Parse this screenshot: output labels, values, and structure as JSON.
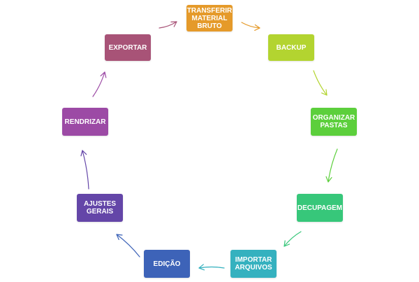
{
  "diagram": {
    "type": "cycle",
    "steps": [
      {
        "id": "transferir",
        "label": "TRANSFERIR\nMATERIAL\nBRUTO",
        "color": "#e59a2a"
      },
      {
        "id": "backup",
        "label": "BACKUP",
        "color": "#b3d430"
      },
      {
        "id": "organizar",
        "label": "ORGANIZAR\nPASTAS",
        "color": "#5ccf3c"
      },
      {
        "id": "decupagem",
        "label": "DECUPAGEM",
        "color": "#37c77a"
      },
      {
        "id": "importar",
        "label": "IMPORTAR\nARQUIVOS",
        "color": "#35b1bf"
      },
      {
        "id": "edicao",
        "label": "EDIÇÃO",
        "color": "#3d63b8"
      },
      {
        "id": "ajustes",
        "label": "AJUSTES\nGERAIS",
        "color": "#6446a8"
      },
      {
        "id": "rendrizar",
        "label": "RENDRIZAR",
        "color": "#9c4aa5"
      },
      {
        "id": "exportar",
        "label": "EXPORTAR",
        "color": "#a85377"
      }
    ],
    "connectors": [
      {
        "from": "transferir",
        "to": "backup",
        "color": "#e59a2a"
      },
      {
        "from": "backup",
        "to": "organizar",
        "color": "#b3d430"
      },
      {
        "from": "organizar",
        "to": "decupagem",
        "color": "#5ccf3c"
      },
      {
        "from": "decupagem",
        "to": "importar",
        "color": "#37c77a"
      },
      {
        "from": "importar",
        "to": "edicao",
        "color": "#35b1bf"
      },
      {
        "from": "edicao",
        "to": "ajustes",
        "color": "#3d63b8"
      },
      {
        "from": "ajustes",
        "to": "rendrizar",
        "color": "#6446a8"
      },
      {
        "from": "rendrizar",
        "to": "exportar",
        "color": "#9c4aa5"
      },
      {
        "from": "exportar",
        "to": "transferir",
        "color": "#a85377"
      }
    ]
  }
}
